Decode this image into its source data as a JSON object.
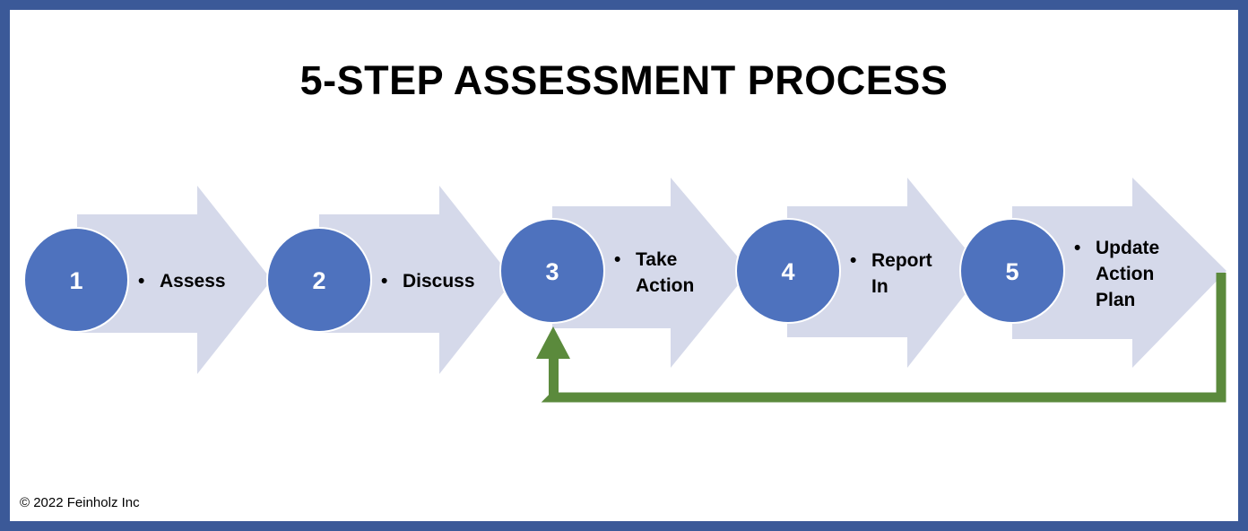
{
  "title": "5-STEP ASSESSMENT PROCESS",
  "steps": [
    {
      "number": "1",
      "lines": [
        "Assess"
      ]
    },
    {
      "number": "2",
      "lines": [
        "Discuss"
      ]
    },
    {
      "number": "3",
      "lines": [
        "Take",
        "Action"
      ]
    },
    {
      "number": "4",
      "lines": [
        "Report",
        "In"
      ]
    },
    {
      "number": "5",
      "lines": [
        "Update",
        "Action",
        "Plan"
      ]
    }
  ],
  "loop": {
    "from_step": "5",
    "to_step": "3"
  },
  "bullet": "•",
  "colors": {
    "frame": "#3B5998",
    "arrow_fill": "#D5D9EA",
    "circle_fill": "#4E72BE",
    "circle_stroke": "#FFFFFF",
    "loop_arrow": "#5B8A3C"
  },
  "copyright": "© 2022 Feinholz Inc"
}
